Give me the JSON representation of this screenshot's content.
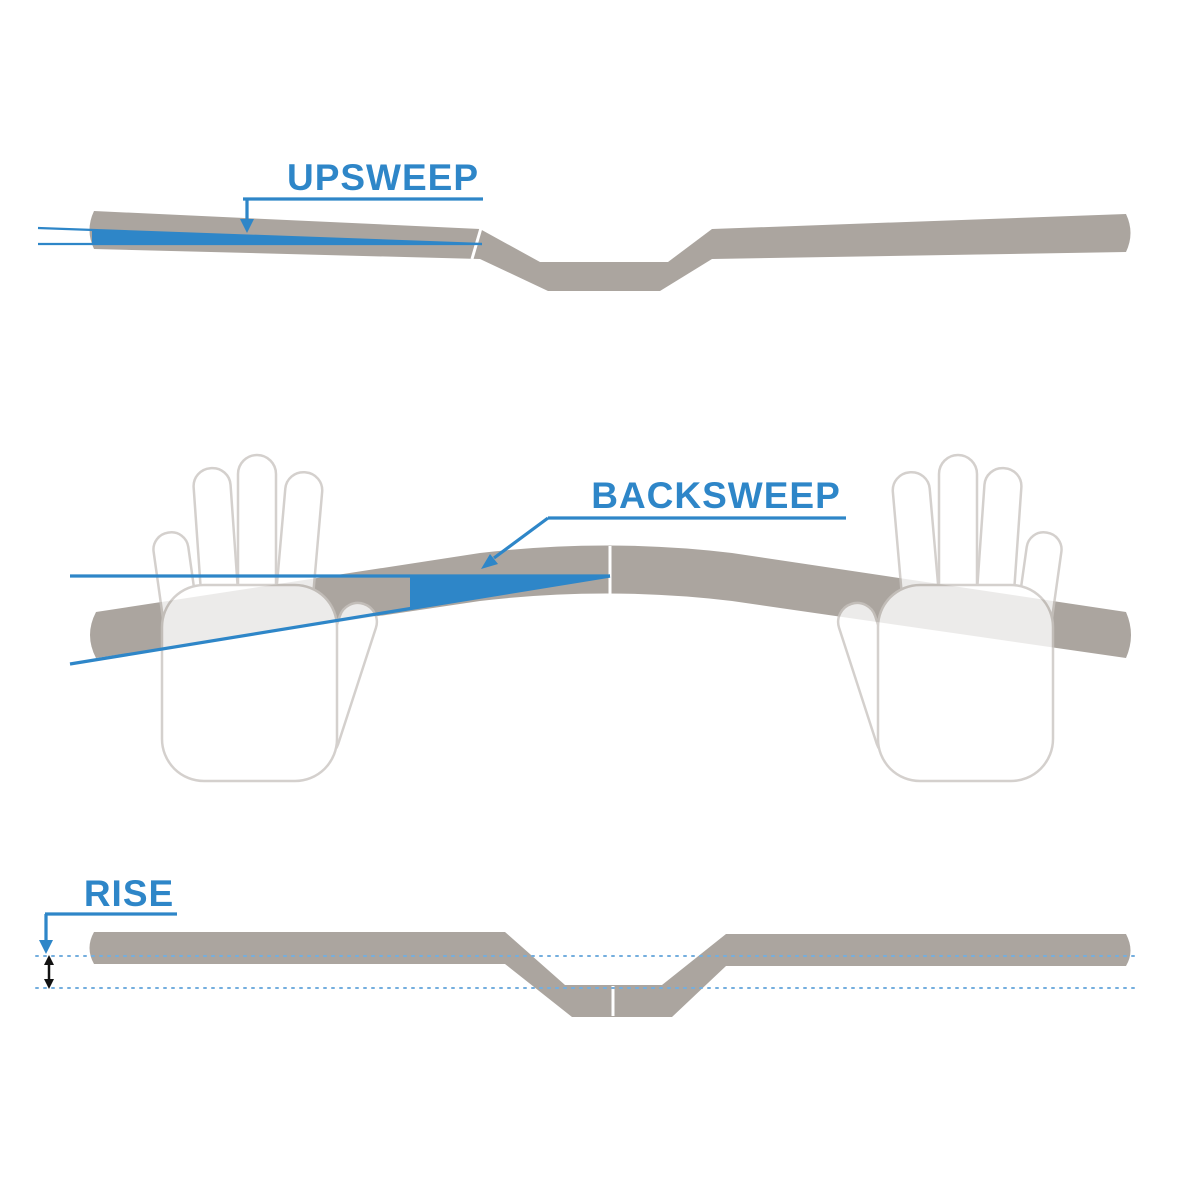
{
  "labels": {
    "upsweep": "UPSWEEP",
    "backsweep": "BACKSWEEP",
    "rise": "RISE"
  },
  "colors": {
    "accent_blue": "#2E86C8",
    "bar_gray": "#ABA59F",
    "dotted_blue": "#74AEDE",
    "hand_outline": "#C9C4C0",
    "arrow_black": "#121212",
    "background": "#FFFFFF"
  }
}
